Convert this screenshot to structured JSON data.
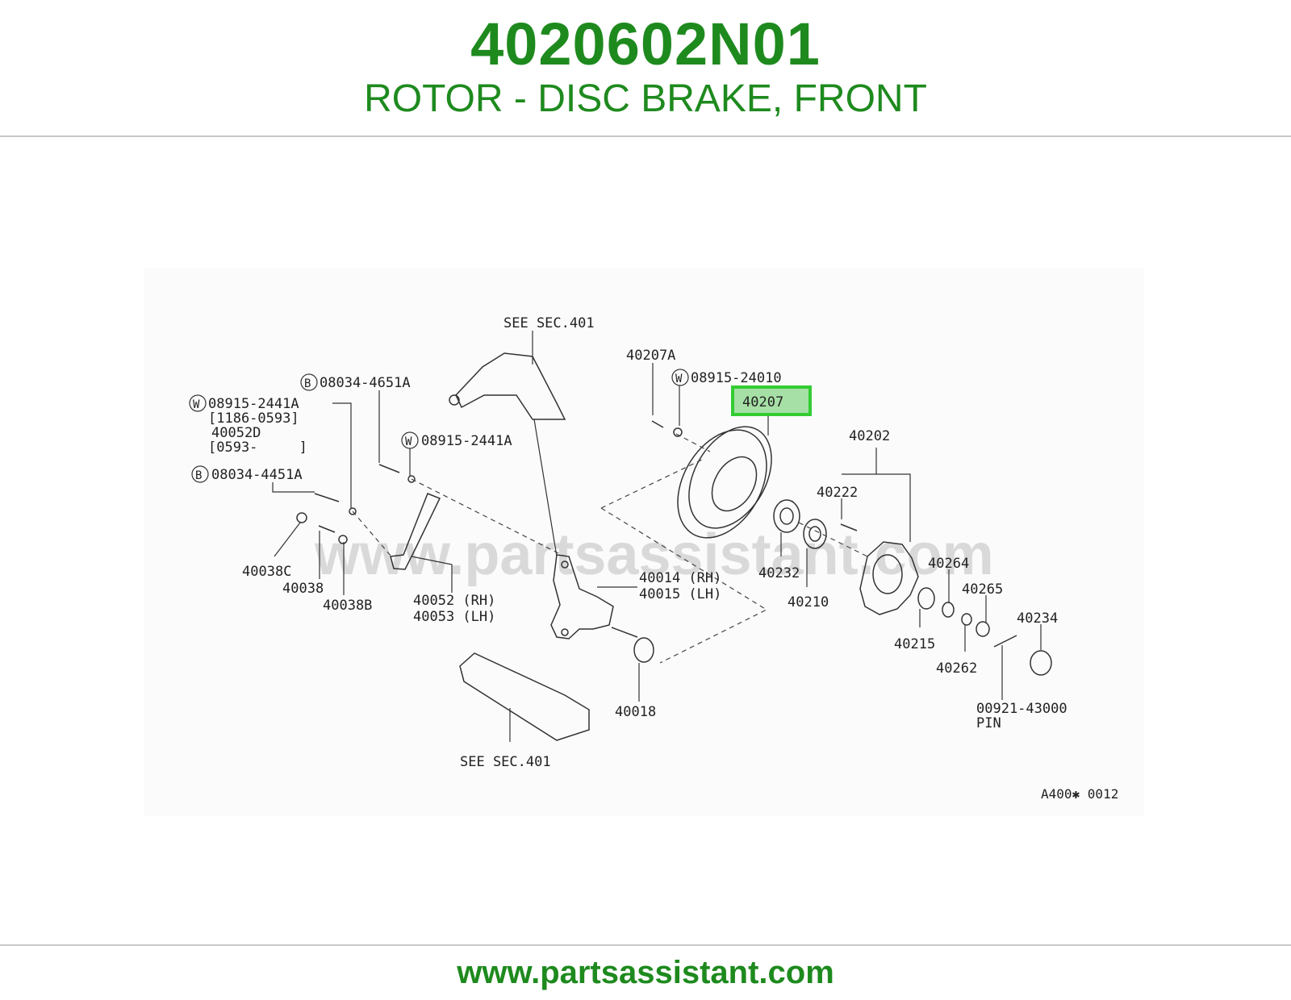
{
  "header": {
    "part_number": "4020602N01",
    "part_name": "ROTOR - DISC BRAKE, FRONT"
  },
  "footer": {
    "site": "www.partsassistant.com"
  },
  "diagram": {
    "watermark": "www.partsassistant.com",
    "highlight_color": "#33cc33",
    "labels": {
      "see_sec_top": "SEE SEC.401",
      "see_sec_bottom": "SEE SEC.401",
      "p40207A": "40207A",
      "w08915_24010": "08915-24010",
      "p40207": "40207",
      "p40202": "40202",
      "p40222": "40222",
      "b08034_4651A": "08034-4651A",
      "w08915_2441A_1": "08915-2441A",
      "range_1186_0593": "[1186-0593]",
      "p40052D": "40052D",
      "range_0593": "[0593-     ]",
      "w08915_2441A_2": "08915-2441A",
      "b08034_4451A": "08034-4451A",
      "p40038C": "40038C",
      "p40038": "40038",
      "p40038B": "40038B",
      "p40052_rh": "40052 (RH)",
      "p40053_lh": "40053 (LH)",
      "p40014_rh": "40014 (RH)",
      "p40015_lh": "40015 (LH)",
      "p40232": "40232",
      "p40210": "40210",
      "p40264": "40264",
      "p40265": "40265",
      "p40234": "40234",
      "p40215": "40215",
      "p40262": "40262",
      "p40018": "40018",
      "p00921_43000": "00921-43000",
      "pin": "PIN",
      "ref_code": "A400✱ 0012",
      "mark_w": "W",
      "mark_b": "B"
    }
  }
}
